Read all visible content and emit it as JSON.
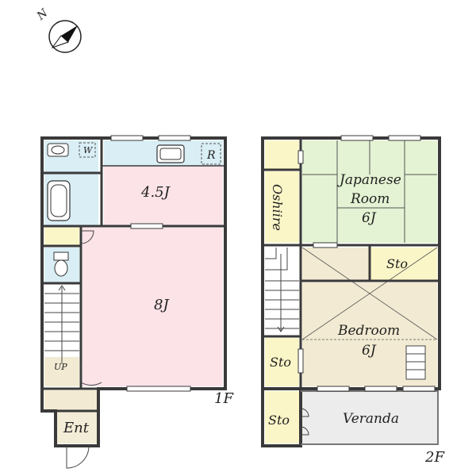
{
  "compass": {
    "north_label": "N"
  },
  "floor1": {
    "floor_label": "1F",
    "wash_label": "W",
    "fridge_label": "R",
    "room_45_label": "4.5J",
    "room_8_label": "8J",
    "stairs_label": "UP",
    "entrance_label": "Ent"
  },
  "floor2": {
    "floor_label": "2F",
    "oshiire_label": "Oshiire",
    "japanese_room_line1": "Japanese",
    "japanese_room_line2": "Room",
    "japanese_room_size": "6J",
    "storage_top_label": "Sto",
    "bedroom_label": "Bedroom",
    "bedroom_size": "6J",
    "storage_left_label": "Sto",
    "storage_bottom_label": "Sto",
    "veranda_label": "Veranda"
  },
  "colors": {
    "wall": "#3a3a3a",
    "wet_area": "#d9eef5",
    "room_pink": "#fbe3e8",
    "closet_yellow": "#fbf6c8",
    "tatami_green": "#e3f3d3",
    "floor_beige": "#f2ead2",
    "entrance": "#f3ecd6",
    "veranda": "#ececec"
  }
}
